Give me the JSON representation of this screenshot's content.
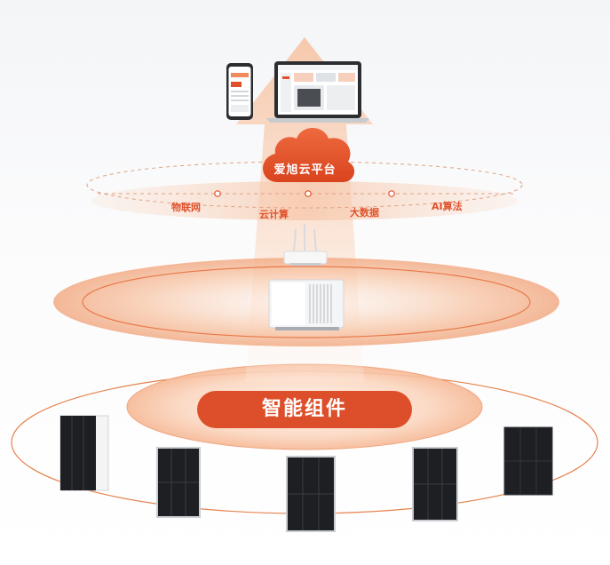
{
  "cloud": {
    "label": "爱旭云平台"
  },
  "ring_labels": [
    "物联网",
    "云计算",
    "大数据",
    "AI算法"
  ],
  "core": {
    "label": "智能组件"
  },
  "icons": [
    "phone-icon",
    "laptop-icon",
    "cloud-icon",
    "router-icon",
    "inverter-icon",
    "solar-panel-icon"
  ],
  "colors": {
    "accent": "#e0512b",
    "glow": "#f6c9ae",
    "panel": "#1d1f23",
    "frame": "#c9cdd2"
  }
}
